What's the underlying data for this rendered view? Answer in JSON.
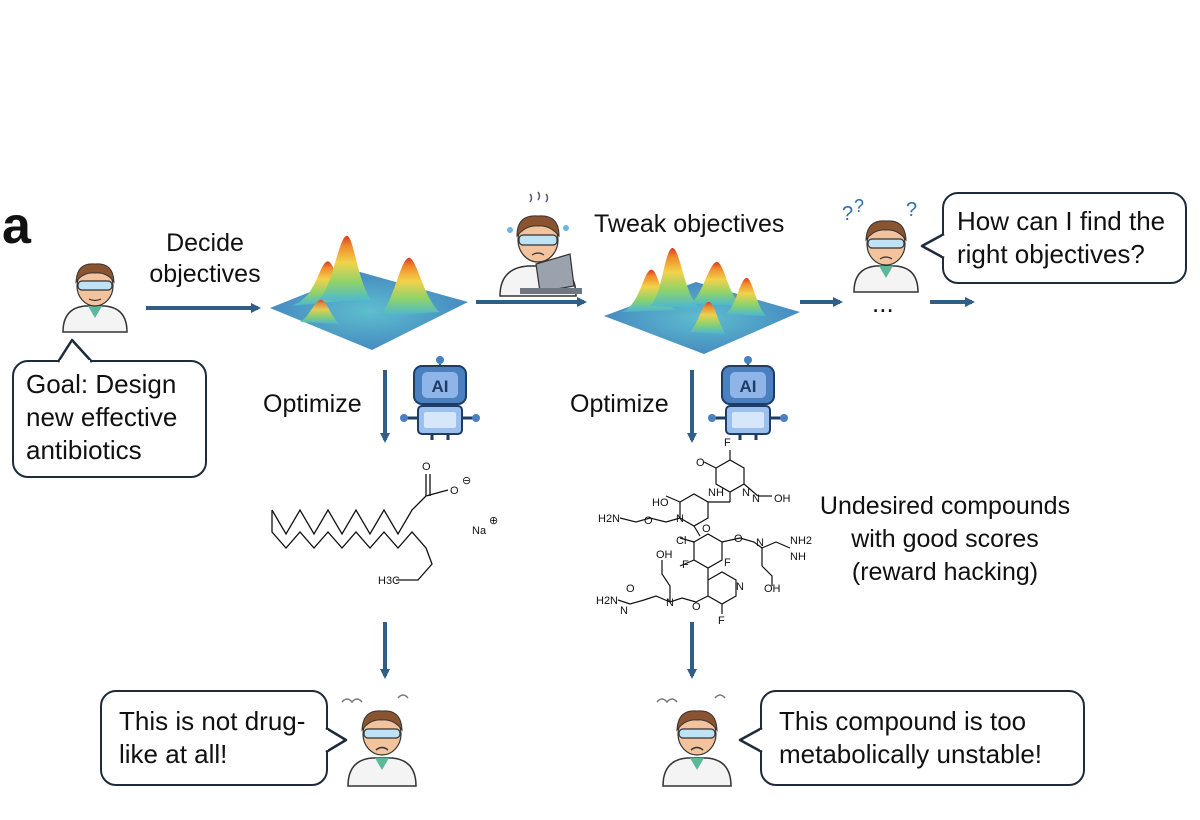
{
  "panel_label": "a",
  "labels": {
    "decide_line1": "Decide",
    "decide_line2": "objectives",
    "tweak": "Tweak objectives",
    "optimize_left": "Optimize",
    "optimize_right": "Optimize",
    "ellipsis": "...",
    "undesired": [
      "Undesired compounds",
      "with good scores",
      "(reward hacking)"
    ]
  },
  "bubbles": {
    "goal": [
      "Goal: Design",
      "new effective",
      "antibiotics"
    ],
    "question": [
      "How can I find the",
      "right objectives?"
    ],
    "not_druglike": [
      "This is not drug-",
      "like at all!"
    ],
    "unstable": [
      "This compound is too",
      "metabolically unstable!"
    ]
  },
  "robot_text": "AI",
  "chem_labels": {
    "left": {
      "o": "O",
      "ominus": "O",
      "na": "Na",
      "h3c": "H3C"
    },
    "right": {
      "f_top": "F",
      "o_top": "O",
      "nh": "NH",
      "n_ring": "N",
      "ho": "HO",
      "n1": "N",
      "oh1": "OH",
      "h2n": "H2N",
      "o_link": "O",
      "n2": "N",
      "o_aryl": "O",
      "cl": "Cl",
      "f1": "F",
      "f2": "F",
      "o2": "O",
      "n3": "N",
      "nh2": "NH2",
      "nh3": "NH",
      "oh2": "OH",
      "oh3": "OH",
      "h2n2": "H2N",
      "o3": "O",
      "n4": "N",
      "n5": "N",
      "n_pyr": "N",
      "o4": "O",
      "f3": "F"
    }
  }
}
